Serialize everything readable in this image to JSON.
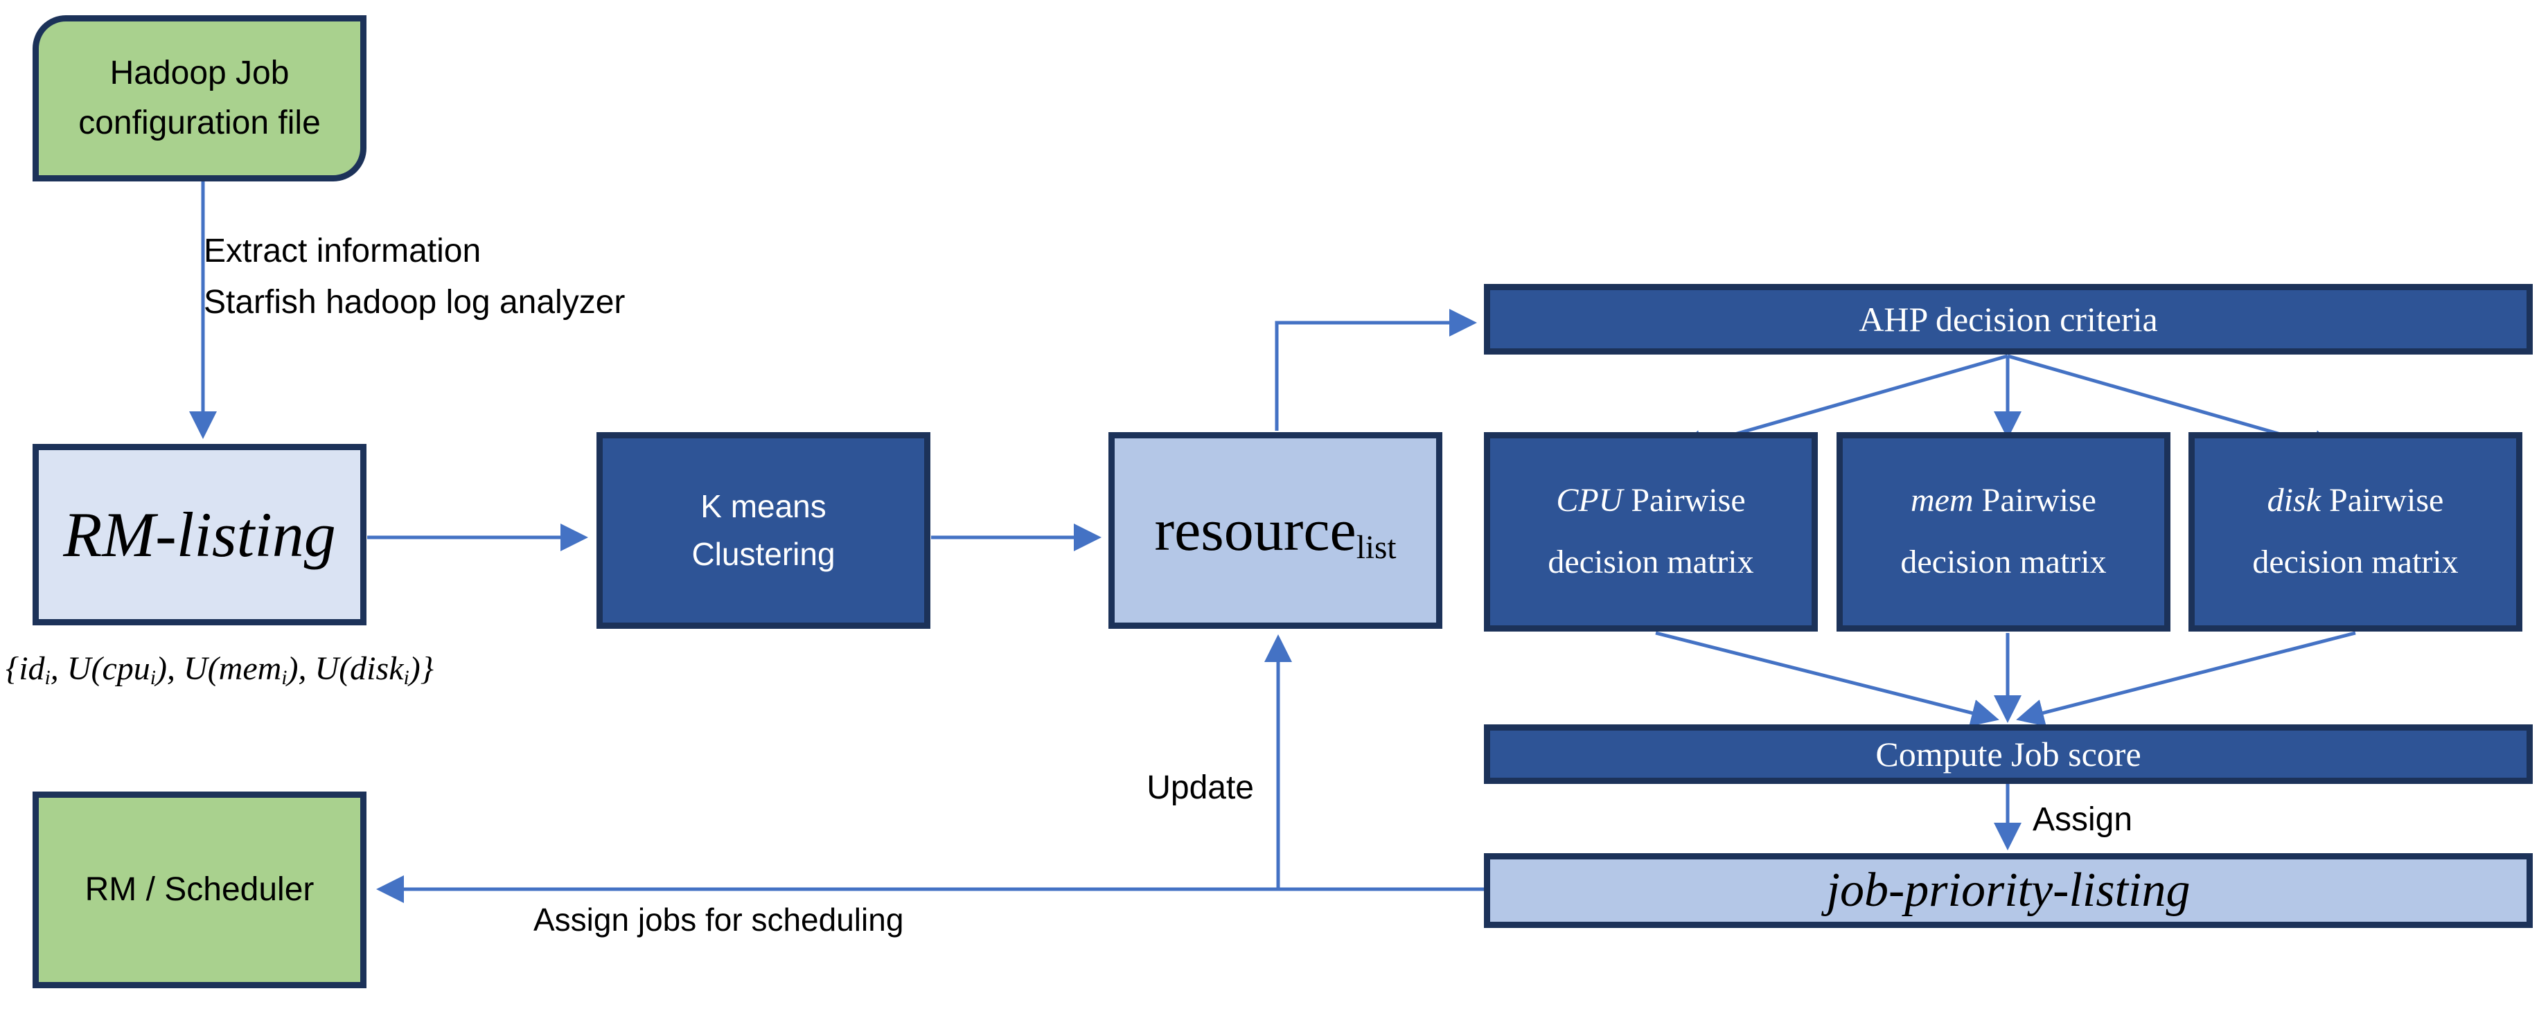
{
  "colors": {
    "green_fill": "#a9d18e",
    "dark_blue_fill": "#2e5496",
    "light_blue_fill": "#b4c7e7",
    "pale_blue_fill": "#dae3f3",
    "navy_border": "#1c3259",
    "arrow_blue": "#4472c4",
    "text_dark": "#000000",
    "text_light": "#ffffff"
  },
  "nodes": {
    "hadoop_config": {
      "line1": "Hadoop Job",
      "line2": "configuration file"
    },
    "rm_listing": {
      "label": "RM-listing"
    },
    "kmeans": {
      "line1": "K means",
      "line2": "Clustering"
    },
    "resource": {
      "base": "resource",
      "subscript": "list"
    },
    "ahp": {
      "label": "AHP decision criteria"
    },
    "cpu_matrix": {
      "emph": "CPU",
      "rest": "Pairwise",
      "line2": "decision matrix"
    },
    "mem_matrix": {
      "emph": "mem",
      "rest": "Pairwise",
      "line2": "decision matrix"
    },
    "disk_matrix": {
      "emph": "disk",
      "rest": "Pairwise",
      "line2": "decision matrix"
    },
    "compute": {
      "label": "Compute Job score"
    },
    "job_priority": {
      "label": "job-priority-listing"
    },
    "rm_scheduler": {
      "label": "RM / Scheduler"
    }
  },
  "edge_labels": {
    "extract_line1": "Extract information",
    "extract_line2": "Starfish hadoop log analyzer",
    "update": "Update",
    "assign": "Assign",
    "assign_jobs": "Assign jobs for scheduling"
  },
  "formula": {
    "p1": "{id",
    "s1": "i",
    "p2": ", U(cpu",
    "s2": "i",
    "p3": "), U(mem",
    "s3": "i",
    "p4": "), U(disk",
    "s4": "i",
    "p5": ")}"
  }
}
